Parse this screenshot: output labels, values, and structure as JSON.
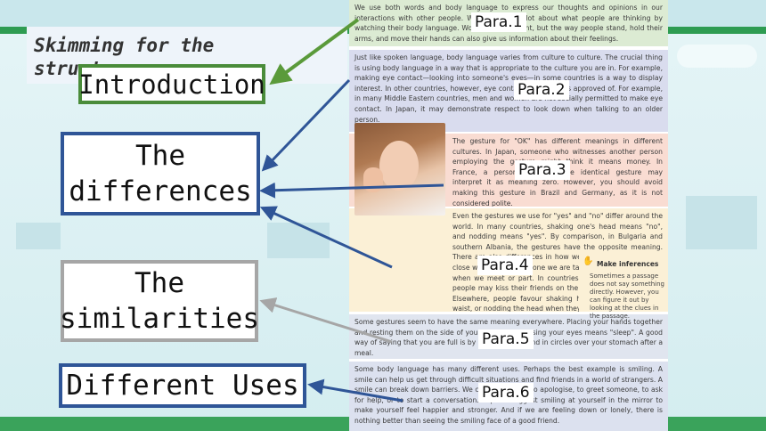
{
  "title": "Skimming for the structure",
  "labels": {
    "intro": "Introduction",
    "diff_l1": "The",
    "diff_l2": "differences",
    "sim_l1": "The",
    "sim_l2": "similarities",
    "uses": "Different Uses"
  },
  "para_labels": [
    "Para.1",
    "Para.2",
    "Para.3",
    "Para.4",
    "Para.5",
    "Para.6"
  ],
  "paragraphs": [
    "We use both words and body language to express our thoughts and opinions in our interactions with other people. We can learn a lot about what people are thinking by watching their body language. Words are important, but the way people stand, hold their arms, and move their hands can also give us information about their feelings.",
    "Just like spoken language, body language varies from culture to culture. The crucial thing is using body language in a way that is appropriate to the culture you are in. For example, making eye contact—looking into someone's eyes—in some countries is a way to display interest. In other countries, however, eye contact is not always approved of. For example, in many Middle Eastern countries, men and women are not socially permitted to make eye contact. In Japan, it may demonstrate respect to look down when talking to an older person.",
    "The gesture for \"OK\" has different meanings in different cultures. In Japan, someone who witnesses another person employing the gesture might think it means money. In France, a person observing the identical gesture may interpret it as meaning zero. However, you should avoid making this gesture in Brazil and Germany, as it is not considered polite.",
    "Even the gestures we use for \"yes\" and \"no\" differ around the world. In many countries, shaking one's head means \"no\", and nodding means \"yes\". By comparison, in Bulgaria and southern Albania, the gestures have the opposite meaning. There are also differences in how we touch each other, how close we stand to someone we are talking to, and how we act when we meet or part. In countries like France and Russia, people may kiss their friends on the cheek when they meet. Elsewhere, people favour shaking hands, bowing from the waist, or nodding the head when they meet someone else.",
    "Some gestures seem to have the same meaning everywhere. Placing your hands together and resting them on the side of your head while closing your eyes means \"sleep\". A good way of saying that you are full is by moving your hand in circles over your stomach after a meal.",
    "Some body language has many different uses. Perhaps the best example is smiling. A smile can help us get through difficult situations and find friends in a world of strangers. A smile can break down barriers. We can use a smile to apologise, to greet someone, to ask for help, or to start a conversation. Experts suggest smiling at yourself in the mirror to make yourself feel happier and stronger. And if we are feeling down or lonely, there is nothing better than seeing the smiling face of a good friend."
  ],
  "tip": {
    "heading": "Make inferences",
    "body": "Sometimes a passage does not say something directly. However, you can figure it out by looking at the clues in the passage."
  },
  "colors": {
    "intro_border": "#4a8c3a",
    "diff_border": "#2f5597",
    "sim_border": "#a6a6a6",
    "uses_border": "#2f5597",
    "arrow_green": "#5a9a3a",
    "arrow_blue": "#2f5597",
    "arrow_grey": "#a6a6a6"
  }
}
